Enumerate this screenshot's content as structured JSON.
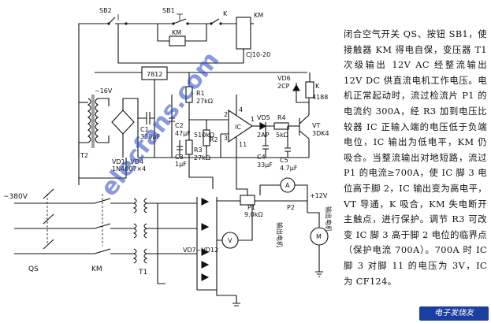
{
  "diagram": {
    "labels": {
      "sb2": "SB2",
      "sb1": "SB1",
      "k_top": "K",
      "km_top": "KM",
      "km_relay": "KM",
      "cj_type": "CJ10-20",
      "reg": "7812",
      "r1": "R1",
      "r1_val": "27kΩ",
      "v16": "~16V",
      "c1": "C1",
      "c1_val": "330μF",
      "c2": "C2",
      "c2_val": "47μF",
      "t2": "T2",
      "vd1_4": "VD1~VD4",
      "vd1_4_type": "1N4007×4",
      "r2": "510kΩ",
      "r2_lbl": "R2",
      "r3": "R3",
      "r3_val": "27kΩ",
      "c3": "C3",
      "c3_val": "1μF",
      "ic": "IC",
      "pin2": "2",
      "pin3": "3",
      "pin4": "4",
      "pin11": "11",
      "pin1": "1",
      "vd5": "VD5",
      "vd5_type": "2AP",
      "r4": "R4",
      "r4_val": "5kΩ",
      "c4": "C4",
      "c4_val": "33μF",
      "c5": "C5",
      "c5_val": "4.7μF",
      "vd6": "VD6",
      "vd6_type": "2CP",
      "k_relay": "K",
      "k_relay_type": "4188",
      "vt": "VT",
      "vt_type": "3DK4",
      "v380": "~380V",
      "qs": "QS",
      "km_main": "KM",
      "t1": "T1",
      "vd7_12": "VD7~VD12",
      "p1": "P1",
      "p1_val": "9.0kΩ",
      "p2": "P2",
      "plus12": "+12V",
      "ammeter": "A",
      "voltmeter": "V",
      "motor": "M",
      "motor_desc": "输出电机",
      "load_desc": "输出电机"
    }
  },
  "description": "闭合空气开关 QS、按钮 SB1，使接触器 KM 得电自保，变压器 T1 次级输出 12V AC 经整流输出 12V DC 供直流电机工作电压。电机正常起动时，流过检流片 P1 的电流约 300A，经 R3 加到电压比较器 IC 正输入端的电压低于负端电位，IC 输出为低电平，KM 仍吸合。当整流输出对地短路，流过 P1 的电流≥700A，使 IC 脚 3 电位高于脚 2，IC 输出变为高电平，VT 导通，K 吸合，KM 失电断开主触点，进行保护。调节 R3 可改变 IC 脚 3 高于脚 2 电位的临界点（保护电流 700A）。700A 时 IC 脚 3 对脚 11 的电压为 3V，IC 为 CF124。",
  "watermark": "elecfans.com",
  "logo": "电子发烧友"
}
